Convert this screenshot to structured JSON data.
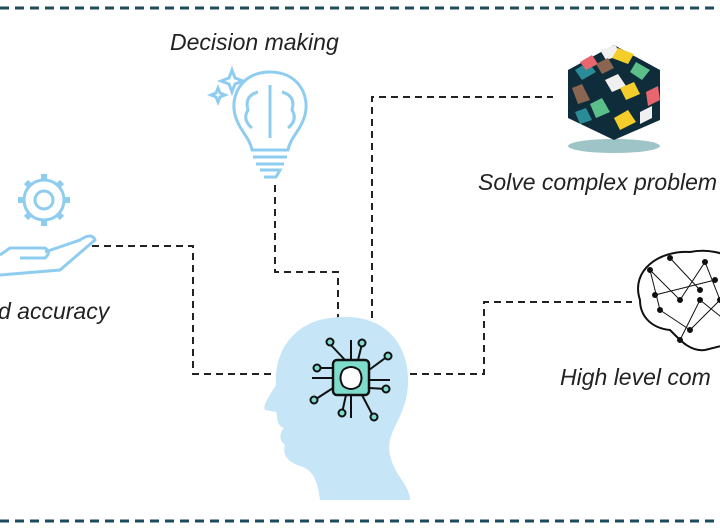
{
  "labels": {
    "decision": "Decision making",
    "solve": "Solve complex problem",
    "accuracy": "d accuracy",
    "computing": "High level com"
  },
  "colors": {
    "border": "#1d4a5c",
    "connector": "#222222",
    "head": "#c6e6f8",
    "icon_line": "#8fcdf0",
    "chip": "#7fdccd"
  },
  "icons": [
    "gear-hand-icon",
    "lightbulb-brain-icon",
    "rubiks-cube-icon",
    "neural-brain-icon",
    "head-chip-icon"
  ]
}
